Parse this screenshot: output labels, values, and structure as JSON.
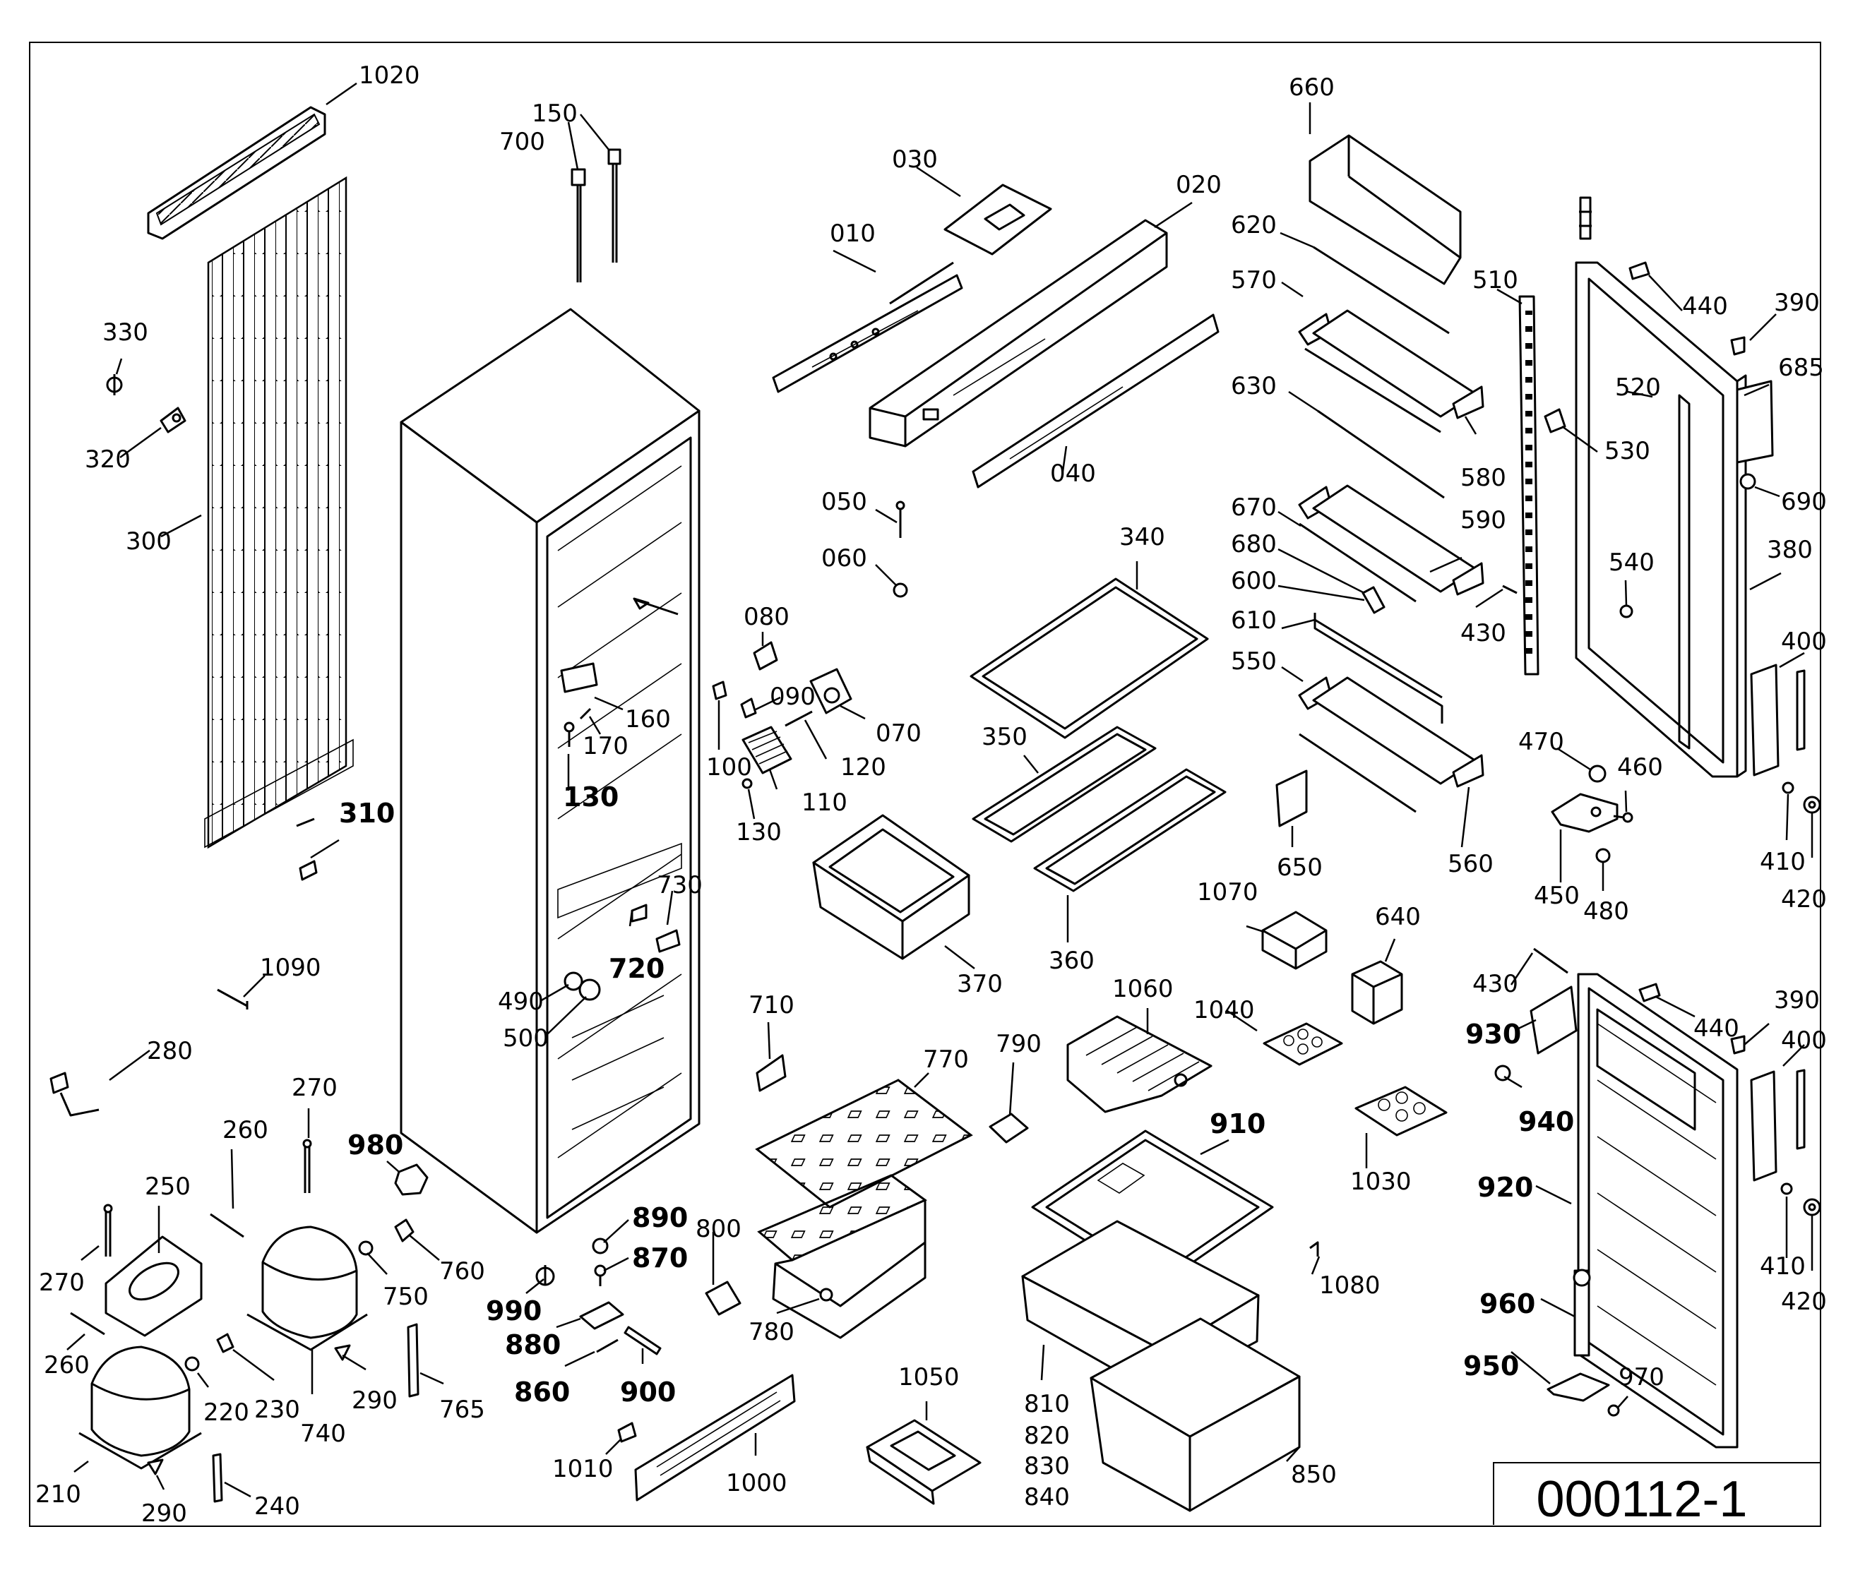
{
  "diagram": {
    "code": "000112-1",
    "callouts": [
      {
        "id": "c1020",
        "text": "1020"
      },
      {
        "id": "c150",
        "text": "150"
      },
      {
        "id": "c700",
        "text": "700"
      },
      {
        "id": "c030",
        "text": "030"
      },
      {
        "id": "c010",
        "text": "010"
      },
      {
        "id": "c020",
        "text": "020"
      },
      {
        "id": "c660",
        "text": "660"
      },
      {
        "id": "c620",
        "text": "620"
      },
      {
        "id": "c570",
        "text": "570"
      },
      {
        "id": "c510",
        "text": "510"
      },
      {
        "id": "c440a",
        "text": "440"
      },
      {
        "id": "c390a",
        "text": "390"
      },
      {
        "id": "c685",
        "text": "685"
      },
      {
        "id": "c520",
        "text": "520"
      },
      {
        "id": "c630",
        "text": "630"
      },
      {
        "id": "c530",
        "text": "530"
      },
      {
        "id": "c580",
        "text": "580"
      },
      {
        "id": "c690",
        "text": "690"
      },
      {
        "id": "c330",
        "text": "330"
      },
      {
        "id": "c320",
        "text": "320"
      },
      {
        "id": "c300",
        "text": "300"
      },
      {
        "id": "c040",
        "text": "040"
      },
      {
        "id": "c050",
        "text": "050"
      },
      {
        "id": "c060",
        "text": "060"
      },
      {
        "id": "c340",
        "text": "340"
      },
      {
        "id": "c670",
        "text": "670"
      },
      {
        "id": "c680",
        "text": "680"
      },
      {
        "id": "c590",
        "text": "590"
      },
      {
        "id": "c600",
        "text": "600"
      },
      {
        "id": "c380",
        "text": "380"
      },
      {
        "id": "c540",
        "text": "540"
      },
      {
        "id": "c430a",
        "text": "430"
      },
      {
        "id": "c610",
        "text": "610"
      },
      {
        "id": "c550",
        "text": "550"
      },
      {
        "id": "c080",
        "text": "080"
      },
      {
        "id": "c090",
        "text": "090"
      },
      {
        "id": "c070",
        "text": "070"
      },
      {
        "id": "c160",
        "text": "160"
      },
      {
        "id": "c170",
        "text": "170"
      },
      {
        "id": "c100",
        "text": "100"
      },
      {
        "id": "c120",
        "text": "120"
      },
      {
        "id": "c130a",
        "text": "130"
      },
      {
        "id": "c110",
        "text": "110"
      },
      {
        "id": "c130b",
        "text": "130"
      },
      {
        "id": "c350",
        "text": "350"
      },
      {
        "id": "c400a",
        "text": "400"
      },
      {
        "id": "c470",
        "text": "470"
      },
      {
        "id": "c460",
        "text": "460"
      },
      {
        "id": "c410a",
        "text": "410"
      },
      {
        "id": "c420a",
        "text": "420"
      },
      {
        "id": "c310",
        "text": "310"
      },
      {
        "id": "c650",
        "text": "650"
      },
      {
        "id": "c560",
        "text": "560"
      },
      {
        "id": "c450",
        "text": "450"
      },
      {
        "id": "c480",
        "text": "480"
      },
      {
        "id": "c730",
        "text": "730"
      },
      {
        "id": "c1070",
        "text": "1070"
      },
      {
        "id": "c640",
        "text": "640"
      },
      {
        "id": "c720",
        "text": "720"
      },
      {
        "id": "c370",
        "text": "370"
      },
      {
        "id": "c360",
        "text": "360"
      },
      {
        "id": "c1090",
        "text": "1090"
      },
      {
        "id": "c490",
        "text": "490"
      },
      {
        "id": "c500",
        "text": "500"
      },
      {
        "id": "c430b",
        "text": "430"
      },
      {
        "id": "c390b",
        "text": "390"
      },
      {
        "id": "c710",
        "text": "710"
      },
      {
        "id": "c1060",
        "text": "1060"
      },
      {
        "id": "c1040",
        "text": "1040"
      },
      {
        "id": "c440b",
        "text": "440"
      },
      {
        "id": "c930",
        "text": "930"
      },
      {
        "id": "c400b",
        "text": "400"
      },
      {
        "id": "c280",
        "text": "280"
      },
      {
        "id": "c790",
        "text": "790"
      },
      {
        "id": "c770",
        "text": "770"
      },
      {
        "id": "c270a",
        "text": "270"
      },
      {
        "id": "c940",
        "text": "940"
      },
      {
        "id": "c910",
        "text": "910"
      },
      {
        "id": "c260a",
        "text": "260"
      },
      {
        "id": "c980",
        "text": "980"
      },
      {
        "id": "c250",
        "text": "250"
      },
      {
        "id": "c1030",
        "text": "1030"
      },
      {
        "id": "c920",
        "text": "920"
      },
      {
        "id": "c890",
        "text": "890"
      },
      {
        "id": "c800",
        "text": "800"
      },
      {
        "id": "c870",
        "text": "870"
      },
      {
        "id": "c760",
        "text": "760"
      },
      {
        "id": "c270b",
        "text": "270"
      },
      {
        "id": "c410b",
        "text": "410"
      },
      {
        "id": "c750",
        "text": "750"
      },
      {
        "id": "c1080",
        "text": "1080"
      },
      {
        "id": "c990",
        "text": "990"
      },
      {
        "id": "c420b",
        "text": "420"
      },
      {
        "id": "c960",
        "text": "960"
      },
      {
        "id": "c780",
        "text": "780"
      },
      {
        "id": "c880",
        "text": "880"
      },
      {
        "id": "c260b",
        "text": "260"
      },
      {
        "id": "c230",
        "text": "230"
      },
      {
        "id": "c220",
        "text": "220"
      },
      {
        "id": "c860",
        "text": "860"
      },
      {
        "id": "c900",
        "text": "900"
      },
      {
        "id": "c950",
        "text": "950"
      },
      {
        "id": "c970",
        "text": "970"
      },
      {
        "id": "c810",
        "text": "810"
      },
      {
        "id": "c290a",
        "text": "290"
      },
      {
        "id": "c765",
        "text": "765"
      },
      {
        "id": "c740",
        "text": "740"
      },
      {
        "id": "c1050",
        "text": "1050"
      },
      {
        "id": "c820",
        "text": "820"
      },
      {
        "id": "c830",
        "text": "830"
      },
      {
        "id": "c850",
        "text": "850"
      },
      {
        "id": "c1010",
        "text": "1010"
      },
      {
        "id": "c1000",
        "text": "1000"
      },
      {
        "id": "c210",
        "text": "210"
      },
      {
        "id": "c240",
        "text": "240"
      },
      {
        "id": "c840",
        "text": "840"
      },
      {
        "id": "c290b",
        "text": "290"
      }
    ]
  }
}
